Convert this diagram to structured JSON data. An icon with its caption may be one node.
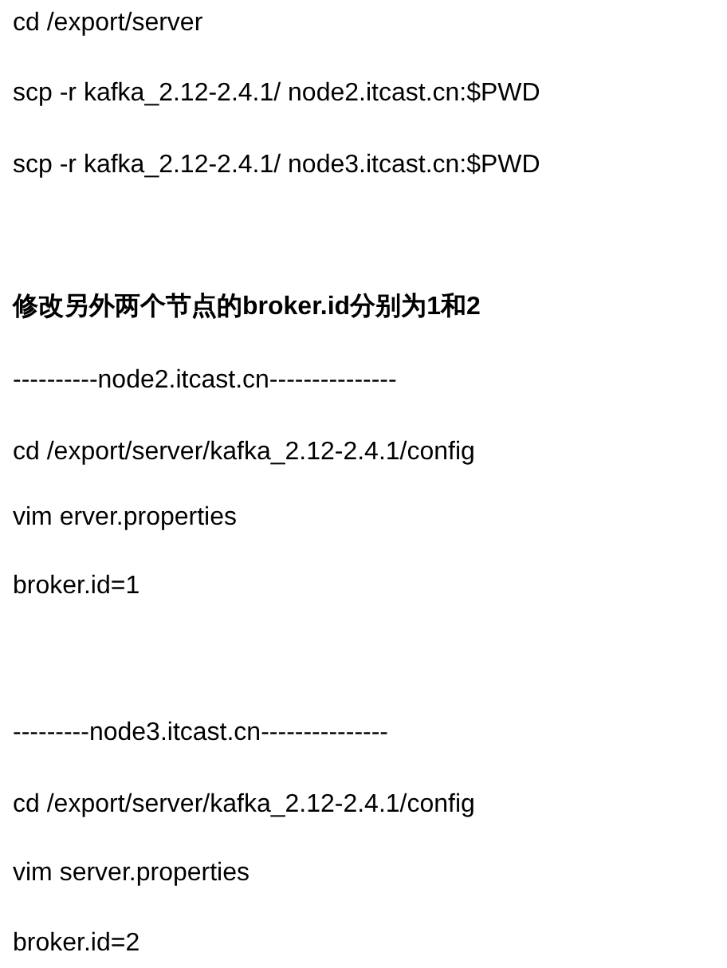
{
  "diagram": {
    "labels": [
      "cd /export/server",
      "scp -r kafka_2.12-2.4.1/ node2.itcast.cn:$PWD",
      "scp -r kafka_2.12-2.4.1/ node3.itcast.cn:$PWD",
      "修改另外两个节点的broker.id分别为1和2",
      "----------node2.itcast.cn---------------",
      "cd /export/server/kafka_2.12-2.4.1/config",
      "vim erver.properties",
      "broker.id=1",
      "---------node3.itcast.cn---------------",
      "cd /export/server/kafka_2.12-2.4.1/config",
      "vim server.properties",
      "broker.id=2"
    ]
  }
}
